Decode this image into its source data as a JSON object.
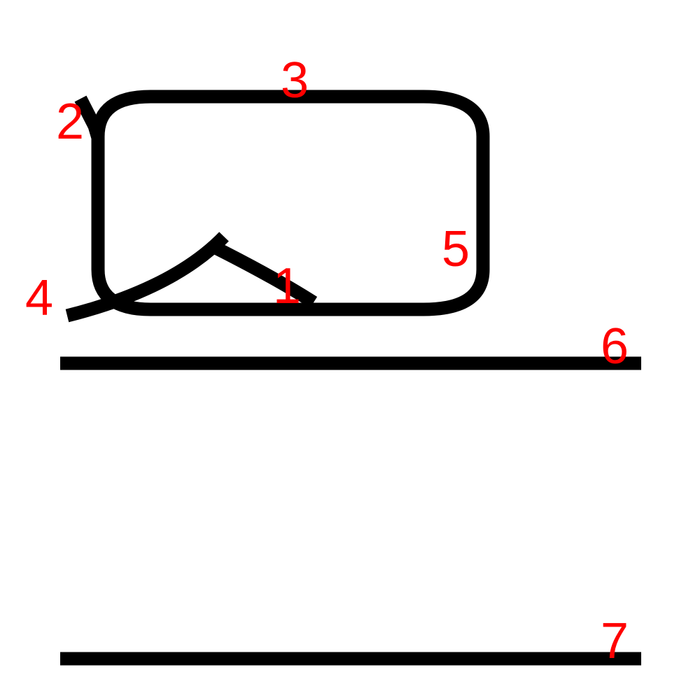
{
  "diagram": {
    "colors": {
      "background": "#ffffff",
      "stroke": "#000000",
      "label": "#ff0000"
    },
    "labels": [
      "1",
      "2",
      "3",
      "4",
      "5",
      "6",
      "7"
    ]
  }
}
